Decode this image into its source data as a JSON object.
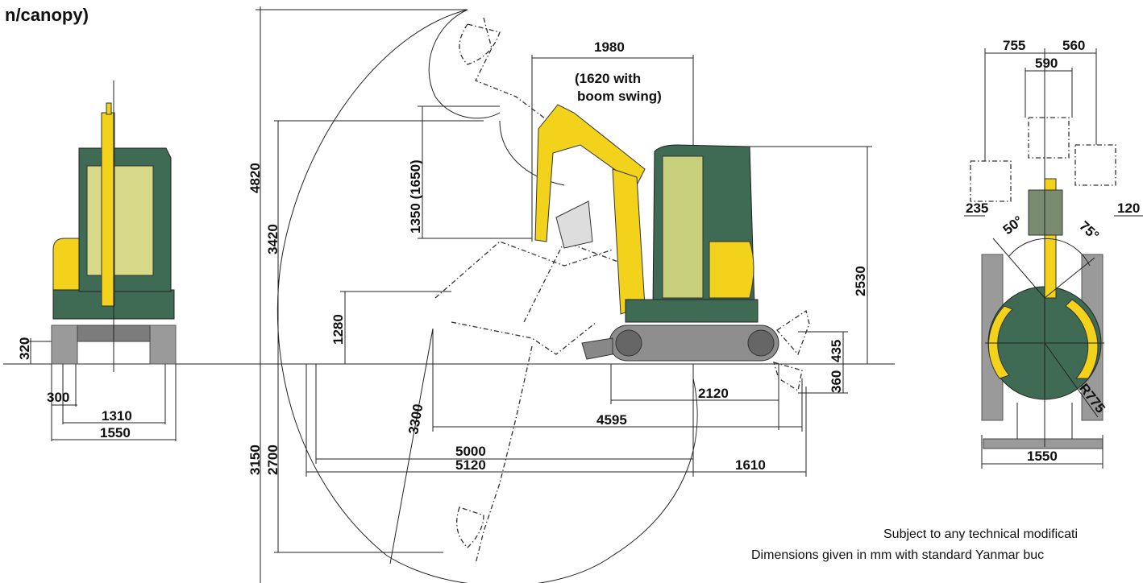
{
  "header": {
    "title": "n/canopy)"
  },
  "front_view": {
    "dims": [
      "320",
      "300",
      "1310",
      "1550"
    ]
  },
  "side_view": {
    "dims": {
      "boom_offset_main": "1980",
      "boom_offset_swing_line1": "(1620 with",
      "boom_offset_swing_line2": "boom swing)",
      "dump_height_range": "1350 (1650)",
      "max_height": "4820",
      "dump_height": "3420",
      "cab_height": "2530",
      "dozer_lift": "1280",
      "dozer_height": "435",
      "dozer_depth": "360",
      "track_length": "2120",
      "track_overall": "4595",
      "vertical_wall": "3300",
      "reach_ground": "5000",
      "max_reach": "5120",
      "tail_radius": "1610",
      "max_dig_depth": "3150",
      "dig_depth_wall": "2700"
    }
  },
  "top_view": {
    "dims": {
      "offset_left": "755",
      "offset_right": "560",
      "offset_center": "590",
      "left_bucket": "235",
      "right_bucket": "120",
      "swing_left": "50°",
      "swing_right": "75°",
      "tail_radius": "R775",
      "width": "1550"
    }
  },
  "notes": {
    "line1": "Subject to any technical modificati",
    "line2": "Dimensions given in mm with standard Yanmar buc"
  },
  "colors": {
    "machine_yellow": "#f2d21a",
    "cab_green": "#3f6b55",
    "track_gray": "#8d8d8d"
  }
}
